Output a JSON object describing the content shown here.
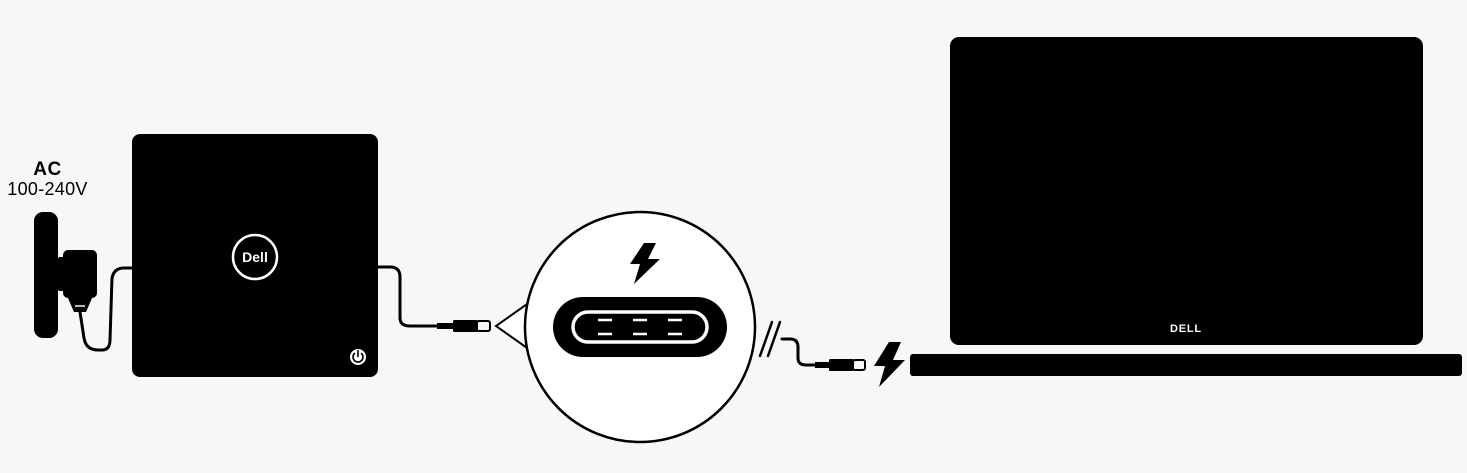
{
  "ac_input": {
    "title": "AC",
    "voltage": "100-240V"
  },
  "dock": {
    "logo_text": "Dell"
  },
  "laptop": {
    "brand_text": "DELL"
  },
  "icons": {
    "power_bolt": "lightning-bolt-icon",
    "connector": "usb-c-port-icon",
    "power_button": "power-icon",
    "cable_break": "double-slash-break-icon"
  },
  "colors": {
    "background": "#f7f7f7",
    "device": "#000000",
    "line": "#000000",
    "zoom_fill": "#ffffff"
  }
}
